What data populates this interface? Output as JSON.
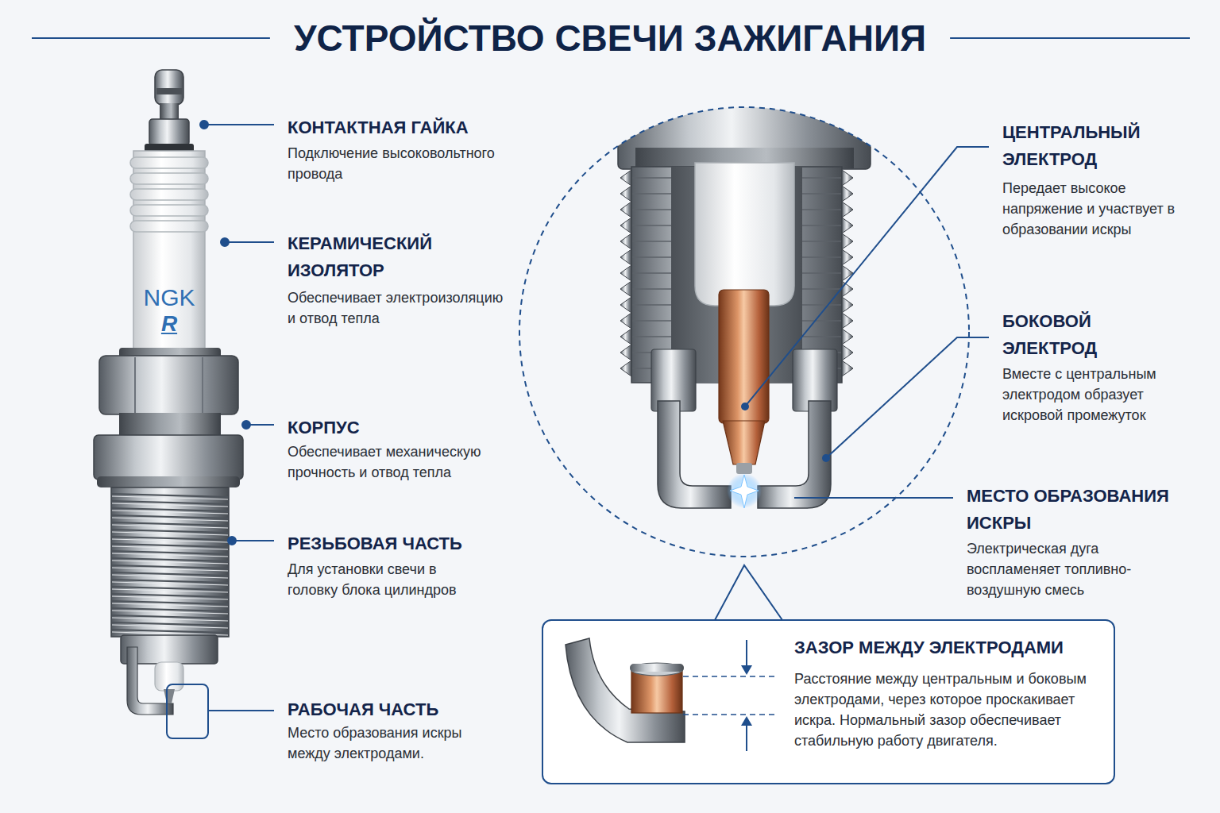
{
  "diagram": {
    "title": "УСТРОЙСТВО СВЕЧИ ЗАЖИГАНИЯ",
    "nodes": [
      {
        "text": [
          "ЗАЗОР МЕЖДУ ЭЛЕКТРОДАМИ",
          "Расстояние между центральным и боковым электродами, через которое проскакивает искра. Нормальный зазор обеспечивает стабильную работу двигателя."
        ]
      }
    ],
    "labels": [
      "КОНТАКТНАЯ ГАЙКА",
      "Подключение высоковольтного провода",
      "КЕРАМИЧЕСКИЙ ИЗОЛЯТОР",
      "Обеспечивает электроизоляцию и отвод тепла",
      "КОРПУС",
      "Обеспечивает механическую прочность и отвод тепла",
      "РЕЗЬБОВАЯ ЧАСТЬ",
      "Для установки свечи в головку блока цилиндров",
      "РАБОЧАЯ ЧАСТЬ",
      "Место образования искры между электродами.",
      "ЦЕНТРАЛЬНЫЙ ЭЛЕКТРОД",
      "Передает высокое напряжение и участвует в образовании искры",
      "БОКОВОЙ ЭЛЕКТРОД",
      "Вместе с центральным электродом образует искровой промежуток",
      "МЕСТО ОБРАЗОВАНИЯ ИСКРЫ",
      "Электрическая дуга воспламеняет топливно-воздушную смесь",
      "NGK",
      "R"
    ]
  }
}
